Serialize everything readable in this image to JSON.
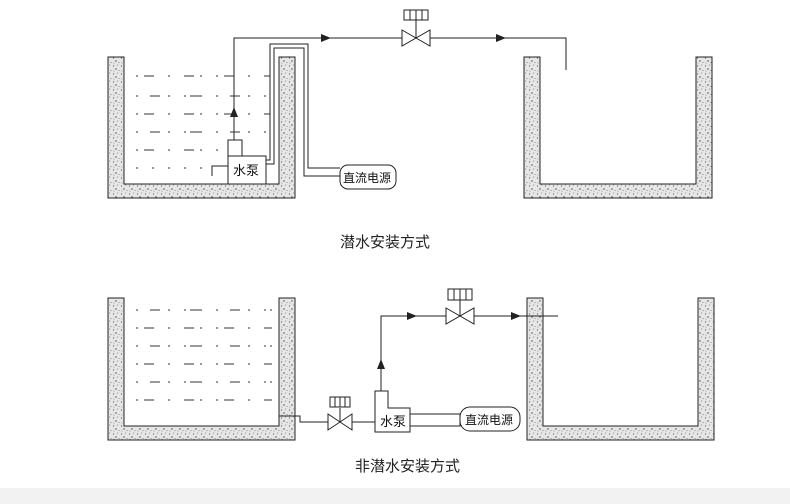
{
  "diagram_1": {
    "caption": "潜水安装方式",
    "pump_label": "水泵",
    "power_label": "直流电源"
  },
  "diagram_2": {
    "caption": "非潜水安装方式",
    "pump_label": "水泵",
    "power_label": "直流电源"
  },
  "colors": {
    "stroke": "#222222",
    "concrete_fill": "#e9e9e9",
    "background": "#ffffff"
  }
}
